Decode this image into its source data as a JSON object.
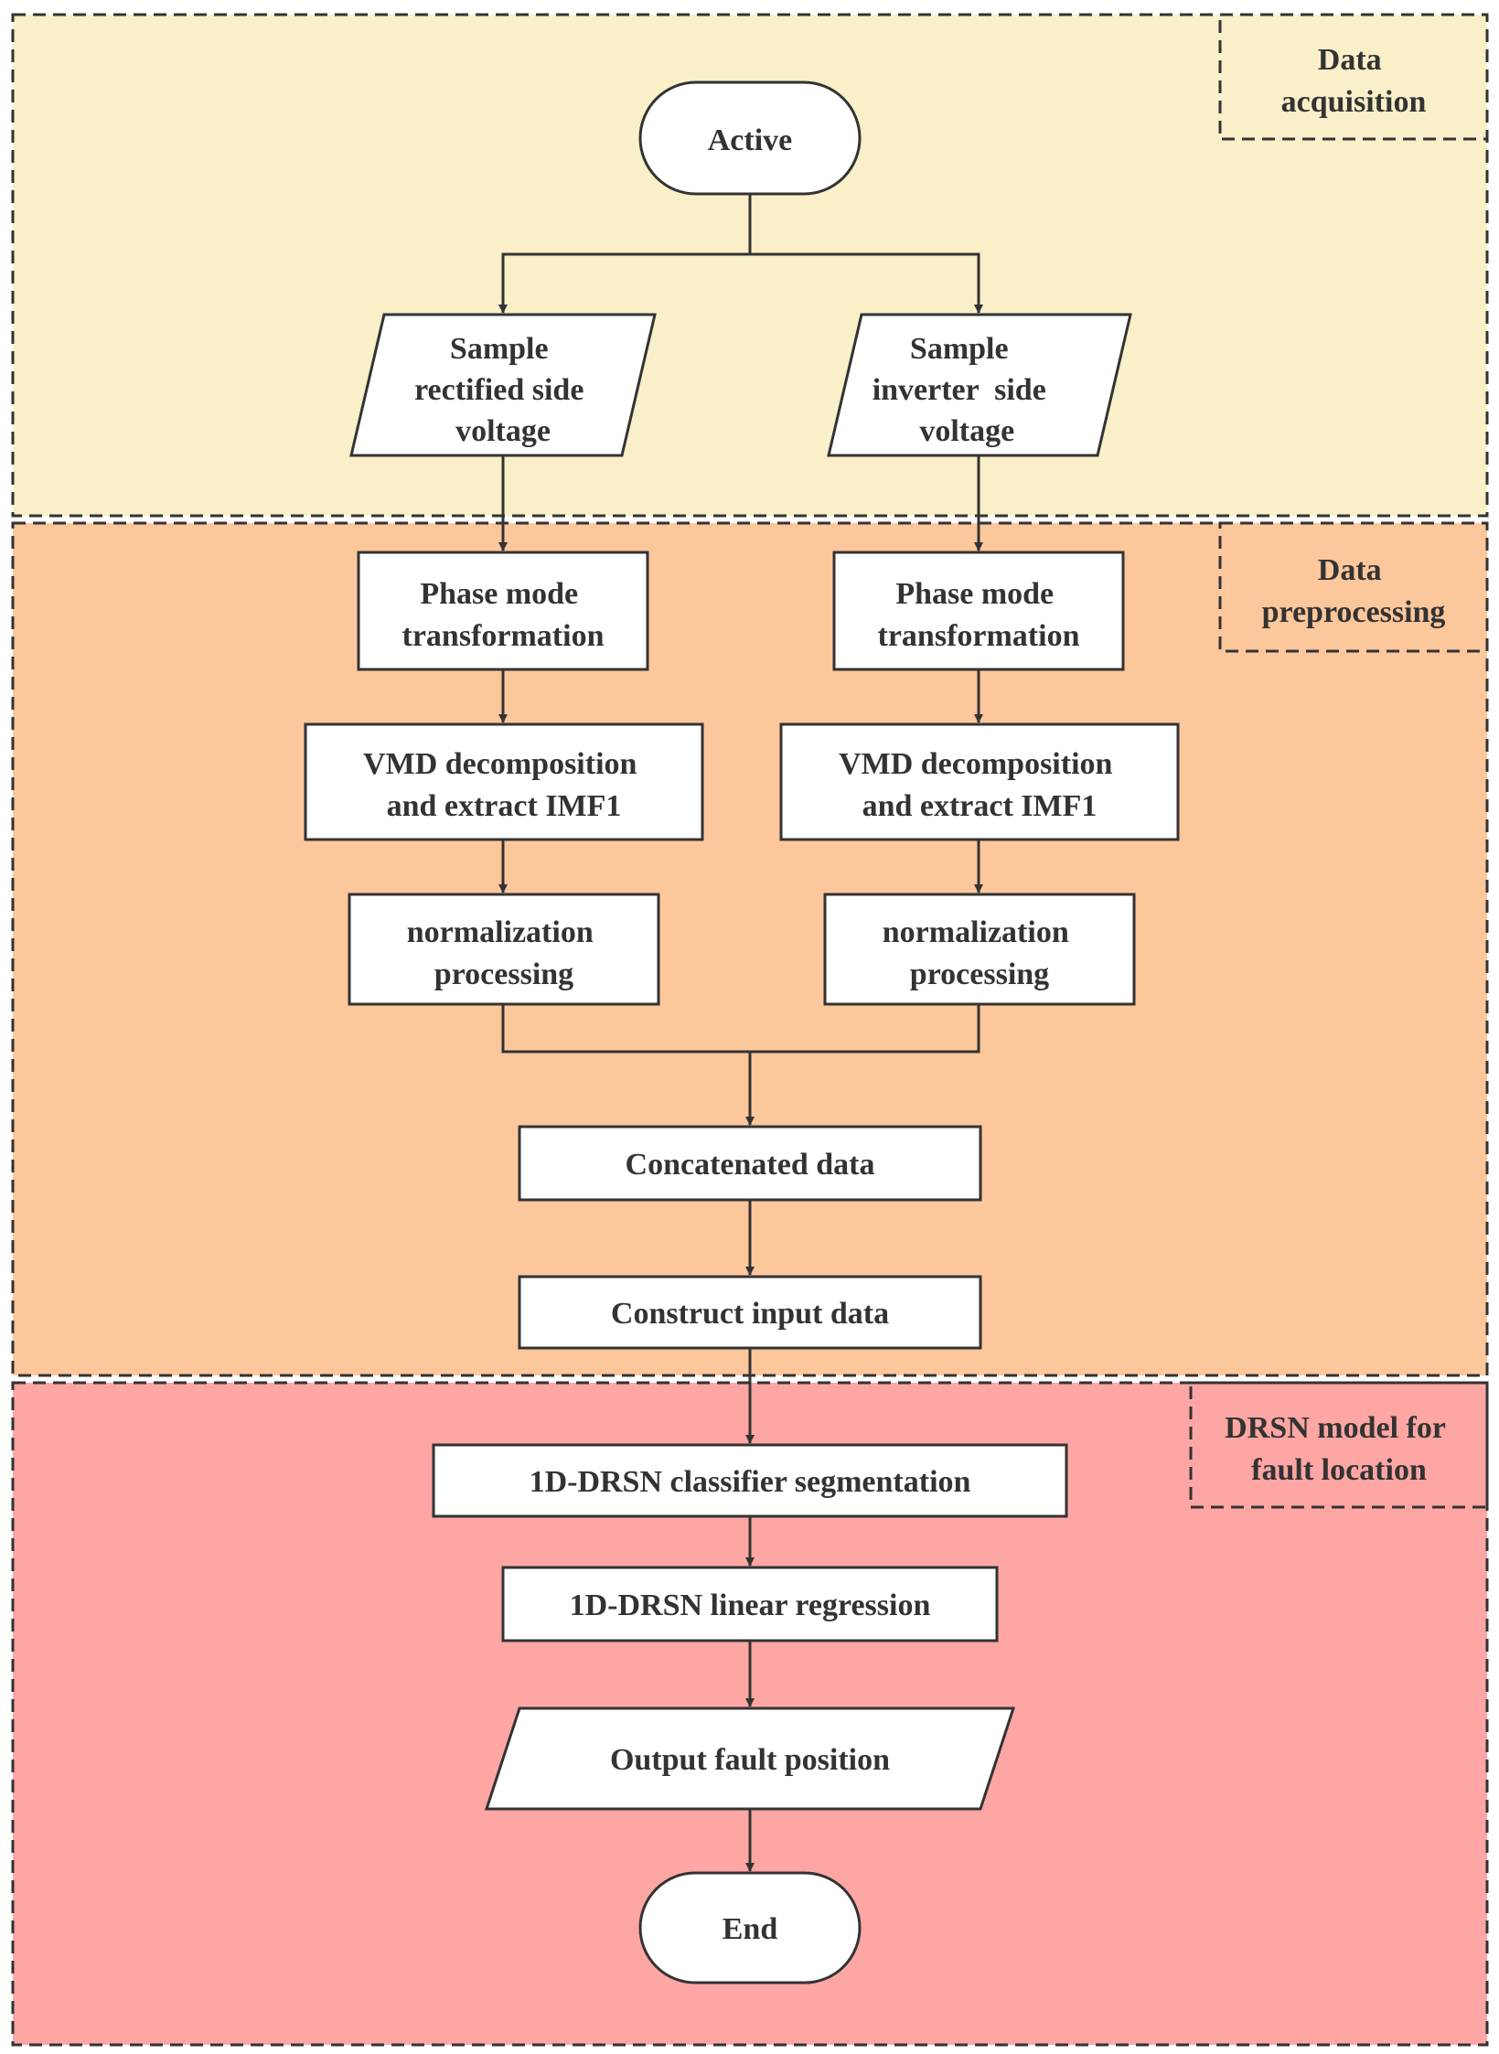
{
  "colors": {
    "data_acquisition_bg": "#f9efc8",
    "data_preprocessing_bg": "#fdc79c",
    "drsn_bg": "#fda6a4",
    "node_fill": "#ffffff",
    "stroke": "#333333"
  },
  "sections": {
    "data_acquisition": [
      "Data",
      "acquisition"
    ],
    "data_preprocessing": [
      "Data",
      "preprocessing"
    ],
    "drsn_model": [
      "DRSN model for",
      "fault location"
    ]
  },
  "nodes": {
    "start": [
      "Active"
    ],
    "sample_rectified": [
      "Sample",
      "rectified side",
      "voltage"
    ],
    "sample_inverter": [
      "Sample",
      "inverter  side",
      "voltage"
    ],
    "phase_mode_left": [
      "Phase mode",
      "transformation"
    ],
    "phase_mode_right": [
      "Phase mode",
      "transformation"
    ],
    "vmd_left": [
      "VMD decomposition",
      "and extract IMF1"
    ],
    "vmd_right": [
      "VMD decomposition",
      "and extract IMF1"
    ],
    "norm_left": [
      "normalization",
      "processing"
    ],
    "norm_right": [
      "normalization",
      "processing"
    ],
    "concatenated": [
      "Concatenated data"
    ],
    "construct_input": [
      "Construct input data"
    ],
    "classifier": [
      "1D-DRSN classifier segmentation"
    ],
    "regression": [
      "1D-DRSN linear regression"
    ],
    "output": [
      "Output fault position"
    ],
    "end": [
      "End"
    ]
  }
}
